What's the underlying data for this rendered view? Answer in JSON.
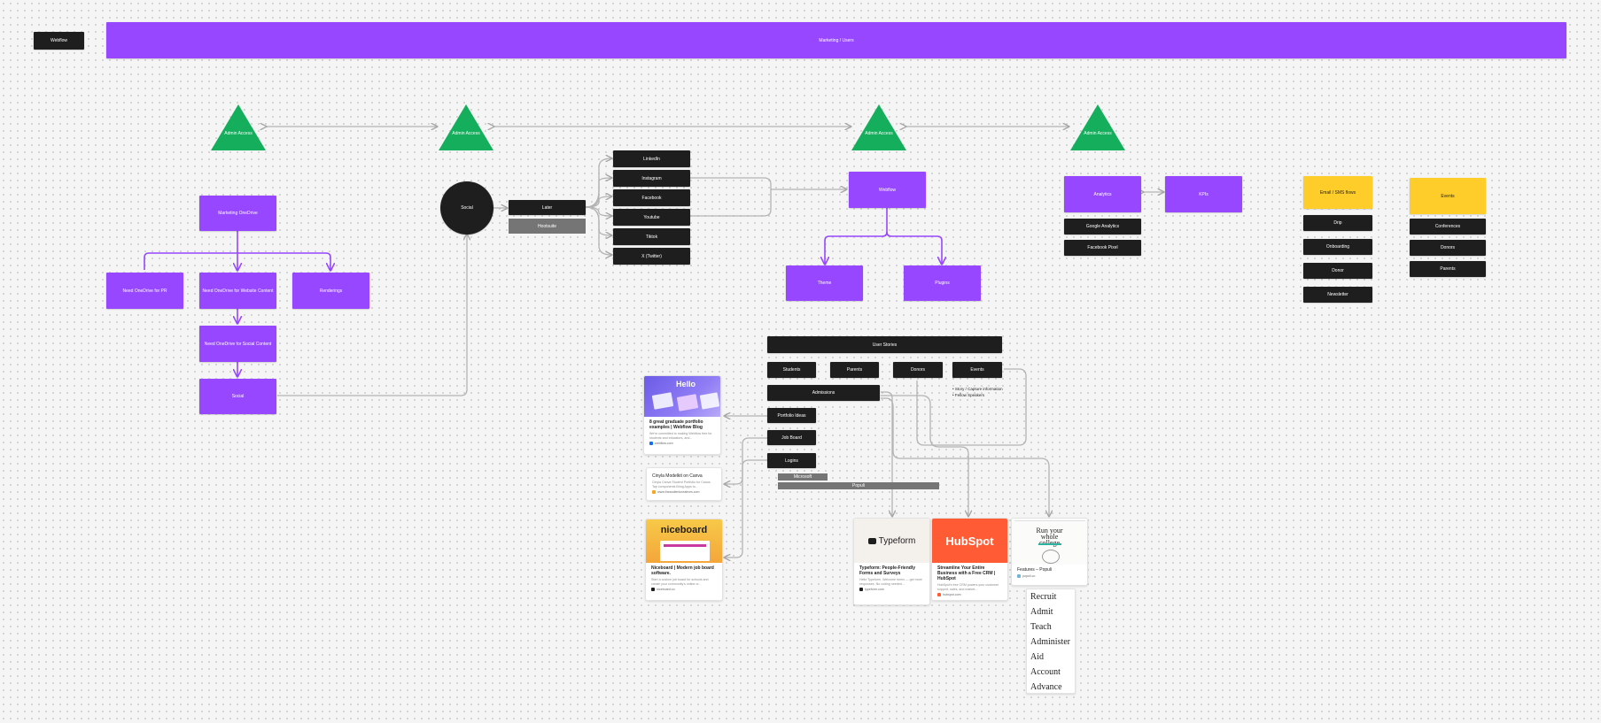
{
  "header": {
    "webflow_tag": "Webflow",
    "banner_title": "Marketing / Users"
  },
  "access": {
    "label": "Admin Access"
  },
  "onedrive": {
    "marketing": "Marketing OneDrive",
    "pr": "Need OneDrive for PR",
    "website": "Need OneDrive for Website Content",
    "renderings": "Renderings",
    "social_content": "Need OneDrive for Social Content",
    "social": "Social"
  },
  "social_hub": {
    "circle": "Social",
    "later": "Later",
    "hootsuite": "Hootsuite",
    "platforms": [
      "LinkedIn",
      "Instagram",
      "Facebook",
      "Youtube",
      "Tiktok",
      "X (Twitter)"
    ]
  },
  "webflow": {
    "main": "Webflow",
    "theme": "Theme",
    "plugins": "Plugins"
  },
  "analytics": {
    "main": "Analytics",
    "kpis": "KPIs",
    "items": [
      "Google Analytics",
      "Facebook Pixel"
    ]
  },
  "email": {
    "title": "Email / SMS flows",
    "items": [
      "Drip",
      "Onboarding",
      "Donor",
      "Newsletter"
    ]
  },
  "events": {
    "title": "Events",
    "items": [
      "Conferences",
      "Donors",
      "Parents"
    ]
  },
  "user_stories": {
    "title": "User Stories",
    "tabs": [
      "Students",
      "Parents",
      "Donors",
      "Events"
    ],
    "admissions": "Admissions",
    "items": [
      "Portfolio Ideas",
      "Job Board",
      "Logins"
    ],
    "microsoft": "Microsoft",
    "populi": "Populi",
    "bullets": [
      "Story / Capture information",
      "Fellow Speakers"
    ]
  },
  "cards": {
    "webflow_blog": {
      "thumb": "Hello",
      "title": "8 great graduate portfolio examples | Webflow Blog",
      "desc": "We're committed to making Webflow free for students and educators, and...",
      "url": "webflow.com"
    },
    "canva": {
      "title": "Cinyla Modelkit on Canva",
      "desc": "Cinyla Canva Student Portfolio for Canva. Tap components Bring Apps to...",
      "url": "www.theaudientcreatives.com"
    },
    "niceboard": {
      "thumb": "niceboard",
      "title": "Niceboard | Modern job board software.",
      "desc": "Start a custom job board for schools and create your community's online or...",
      "url": "niceboard.co"
    },
    "typeform": {
      "logo": "Typeform",
      "title": "Typeform: People-Friendly Forms and Surveys",
      "desc": "Hello Typeform. Welcome forms — get more responses. No coding needed...",
      "url": "typeform.com"
    },
    "hubspot": {
      "logo": "HubSpot",
      "title": "Streamline Your Entire Business with a Free CRM | HubSpot",
      "desc": "HubSpot's free CRM powers your customer support, sales, and market...",
      "url": "hubspot.com"
    },
    "populi": {
      "headline": "Run your whole college",
      "title": "Features – Populi",
      "url": "populi.co"
    }
  },
  "populi_words": [
    "Recruit",
    "Admit",
    "Teach",
    "Administer",
    "Aid",
    "Account",
    "Advance"
  ],
  "colors": {
    "purple": "#9747ff",
    "dark": "#1e1e1e",
    "green": "#14ae5c",
    "yellow": "#ffcd29",
    "gray": "#757575",
    "connector": "#b3b3b3"
  }
}
